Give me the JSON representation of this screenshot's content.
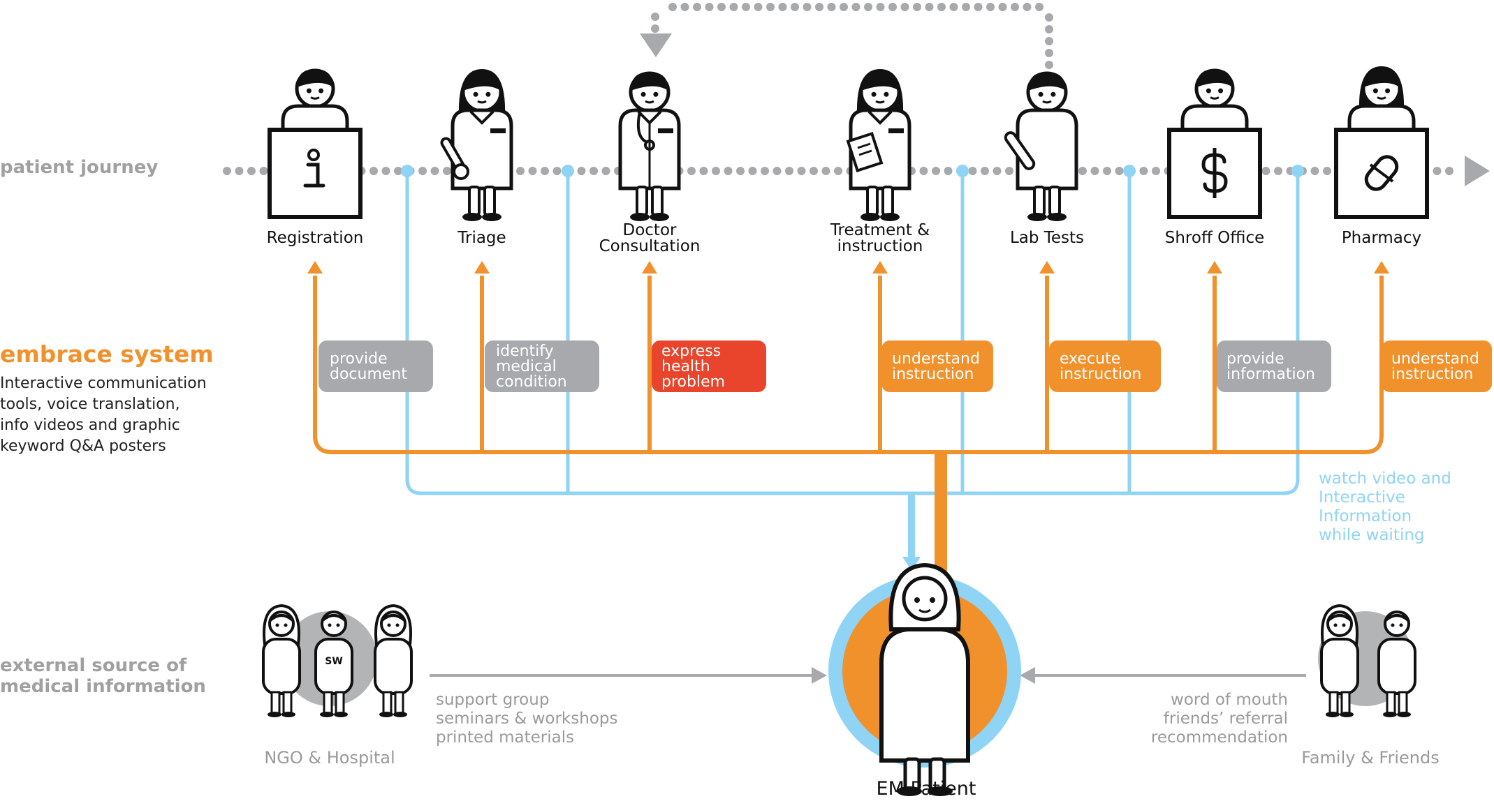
{
  "sections": {
    "patient_journey": "patient journey",
    "embrace_title": "embrace system",
    "embrace_desc": [
      "Interactive communication",
      "tools, voice translation,",
      "info videos and graphic",
      "keyword Q&A posters"
    ],
    "external_source": [
      "external source of",
      "medical information"
    ]
  },
  "stages": [
    {
      "label": [
        "Registration"
      ],
      "icon": "registration-clerk-icon"
    },
    {
      "label": [
        "Triage"
      ],
      "icon": "triage-nurse-icon"
    },
    {
      "label": [
        "Doctor",
        "Consultation"
      ],
      "icon": "doctor-icon"
    },
    {
      "label": [
        "Treatment &",
        "instruction"
      ],
      "icon": "treatment-nurse-icon"
    },
    {
      "label": [
        "Lab Tests"
      ],
      "icon": "lab-technician-icon"
    },
    {
      "label": [
        "Shroff Office"
      ],
      "icon": "cashier-icon"
    },
    {
      "label": [
        "Pharmacy"
      ],
      "icon": "pharmacist-icon"
    }
  ],
  "actions": [
    {
      "lines": [
        "provide",
        "document"
      ],
      "color": "#a7a9ac"
    },
    {
      "lines": [
        "identify",
        "medical",
        "condition"
      ],
      "color": "#a7a9ac"
    },
    {
      "lines": [
        "express",
        "health",
        "problem"
      ],
      "color": "#e8452c"
    },
    {
      "lines": [
        "understand",
        "instruction"
      ],
      "color": "#f0912c"
    },
    {
      "lines": [
        "execute",
        "instruction"
      ],
      "color": "#f0912c"
    },
    {
      "lines": [
        "provide",
        "information"
      ],
      "color": "#a7a9ac"
    },
    {
      "lines": [
        "understand",
        "instruction"
      ],
      "color": "#f0912c"
    }
  ],
  "waiting_note": [
    "watch video and",
    "Interactive",
    "Information",
    "while waiting"
  ],
  "left_sources": [
    "support group",
    "seminars & workshops",
    "printed materials"
  ],
  "right_sources": [
    "word of mouth",
    "friends’ referral",
    "recommendation"
  ],
  "ngo": {
    "caption": "NGO & Hospital",
    "badge": "SW"
  },
  "family": {
    "caption": "Family & Friends"
  },
  "patient": {
    "caption": "EM Patient"
  },
  "colors": {
    "orange": "#f0912c",
    "blue": "#8fd3f5",
    "grey": "#a7a9ac",
    "red": "#e8452c",
    "dark": "#111111"
  }
}
